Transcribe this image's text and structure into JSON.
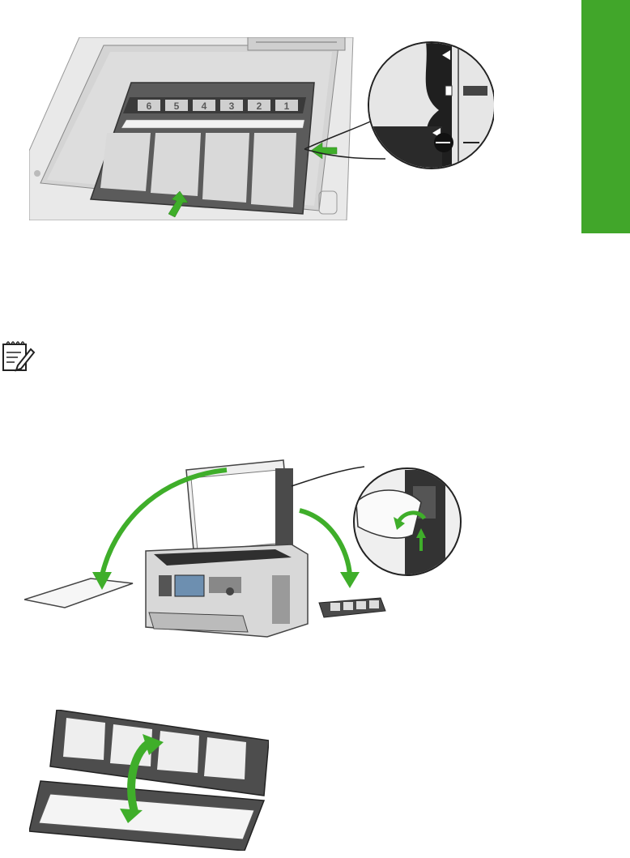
{
  "figure1": {
    "frame_numbers": [
      "6",
      "5",
      "4",
      "3",
      "2",
      "1"
    ]
  },
  "colors": {
    "section_tab": "#41a62a",
    "arrow_green": "#3fae2a",
    "film_holder": "#5b5b5b",
    "glass": "#dcdcdc"
  },
  "icons": {
    "note": "note-pencil-icon"
  }
}
